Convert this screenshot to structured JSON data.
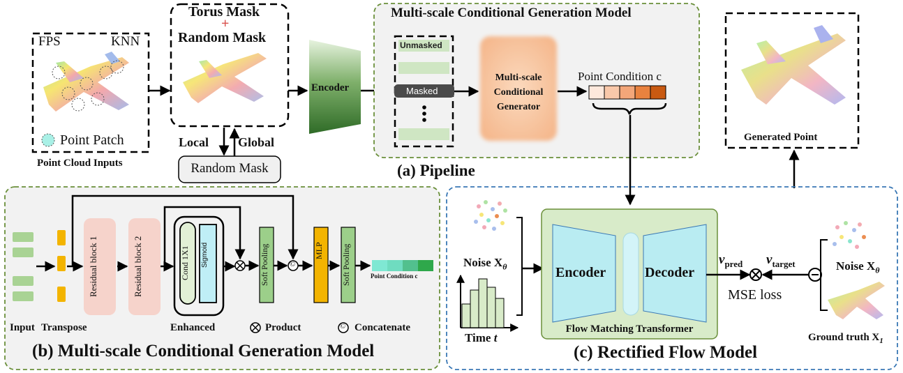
{
  "top": {
    "input_box": {
      "fps": "FPS",
      "knn": "KNN",
      "point_patch": "Point Patch",
      "caption": "Point Cloud Inputs"
    },
    "mask_box": {
      "torus": "Torus Mask",
      "plus": "+",
      "random": "Random Mask"
    },
    "local": "Local",
    "global": "Global",
    "random_mask_box": "Random Mask",
    "encoder": "Encoder",
    "pipeline_panel": {
      "title": "Multi-scale Conditional Generation Model",
      "unmasked": "Unmasked",
      "masked": "Masked",
      "generator": [
        "Multi-scale",
        "Conditional",
        "Generator"
      ],
      "point_condition": "Point Condition c",
      "caption": "(a) Pipeline"
    },
    "generated_point": "Generated Point"
  },
  "panel_b": {
    "caption": "(b) Multi-scale Conditional Generation Model",
    "input": "Input",
    "transpose": "Transpose",
    "residual1": "Residual block 1",
    "residual2": "Residual block 2",
    "cond": "Cond 1X1",
    "sigmoid": "Sigmoid",
    "enhanced": "Enhanced",
    "soft_pooling": "Soft Pooling",
    "mlp": "MLP",
    "point_condition": "Point Condition c",
    "product_label": "Product",
    "concat_label": "Concatenate",
    "product_symbol": "⊗",
    "concat_symbol": "©"
  },
  "panel_c": {
    "caption": "(c) Rectified Flow Model",
    "noise_left": "Noise X",
    "noise_left_sub": "θ",
    "time": "Time ",
    "time_var": "t",
    "encoder": "Encoder",
    "decoder": "Decoder",
    "fmt": "Flow Matching Transformer",
    "v_pred": "v",
    "v_pred_sub": "pred",
    "v_target": "v",
    "v_target_sub": "target",
    "mse": "MSE loss",
    "noise_right": "Noise X",
    "noise_right_sub": "θ",
    "ground_truth": "Ground truth X",
    "ground_truth_sub": "1",
    "minus": "−"
  },
  "colors": {
    "green_panel_border": "#6a8f3a",
    "blue_panel_border": "#3a78b5",
    "encoder_dark": "#2f6b27",
    "gen_orange": "#f7c9a6",
    "teal": "#b9ecf2",
    "flow_green": "#d8ebc9",
    "soft_pool": "#9ccf8a",
    "mlp": "#f3b400",
    "res_pink": "#f6d3cb"
  }
}
